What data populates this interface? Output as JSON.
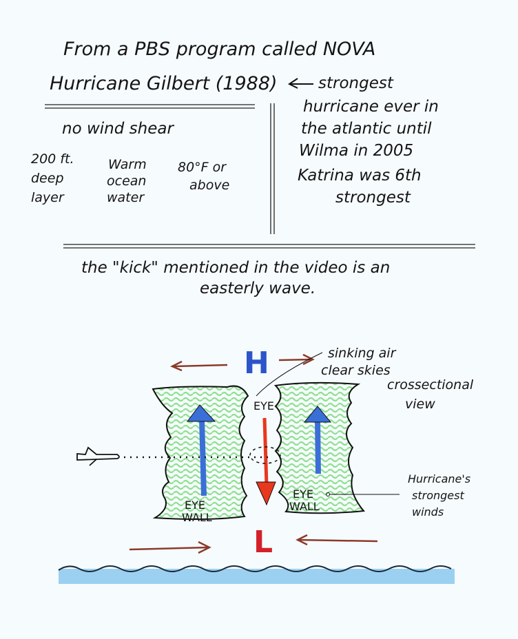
{
  "header": {
    "line1": "From a PBS program called NOVA",
    "line2": "Hurricane Gilbert (1988)"
  },
  "note_right": {
    "lines": [
      "strongest",
      "hurricane ever in",
      "the atlantic until",
      "Wilma in 2005",
      "Katrina was 6th",
      "strongest"
    ]
  },
  "conditions": {
    "title": "no wind shear",
    "depth": [
      "200 ft.",
      "deep",
      "layer"
    ],
    "water": [
      "Warm",
      "ocean",
      "water"
    ],
    "temp": [
      "80°F or",
      "above"
    ]
  },
  "kick_note": {
    "line1": "the \"kick\" mentioned in the video is an",
    "line2": "easterly wave."
  },
  "diagram": {
    "high_label": "H",
    "low_label": "L",
    "eye_label": "EYE",
    "eyewall_left": [
      "EYE",
      "WALL"
    ],
    "eyewall_right": [
      "EYE",
      "WALL"
    ],
    "sinking_note": [
      "sinking air",
      "clear skies"
    ],
    "view_note": [
      "crossectional",
      "view"
    ],
    "winds_note": [
      "Hurricane's",
      "strongest",
      "winds"
    ],
    "colors": {
      "cloud": "#8fe08f",
      "updraft": "#3a6fd8",
      "downdraft": "#e8381e",
      "high": "#2b55c8",
      "low": "#d4202a",
      "flow": "#8b3a2a",
      "water": "#8cc8ee"
    }
  }
}
